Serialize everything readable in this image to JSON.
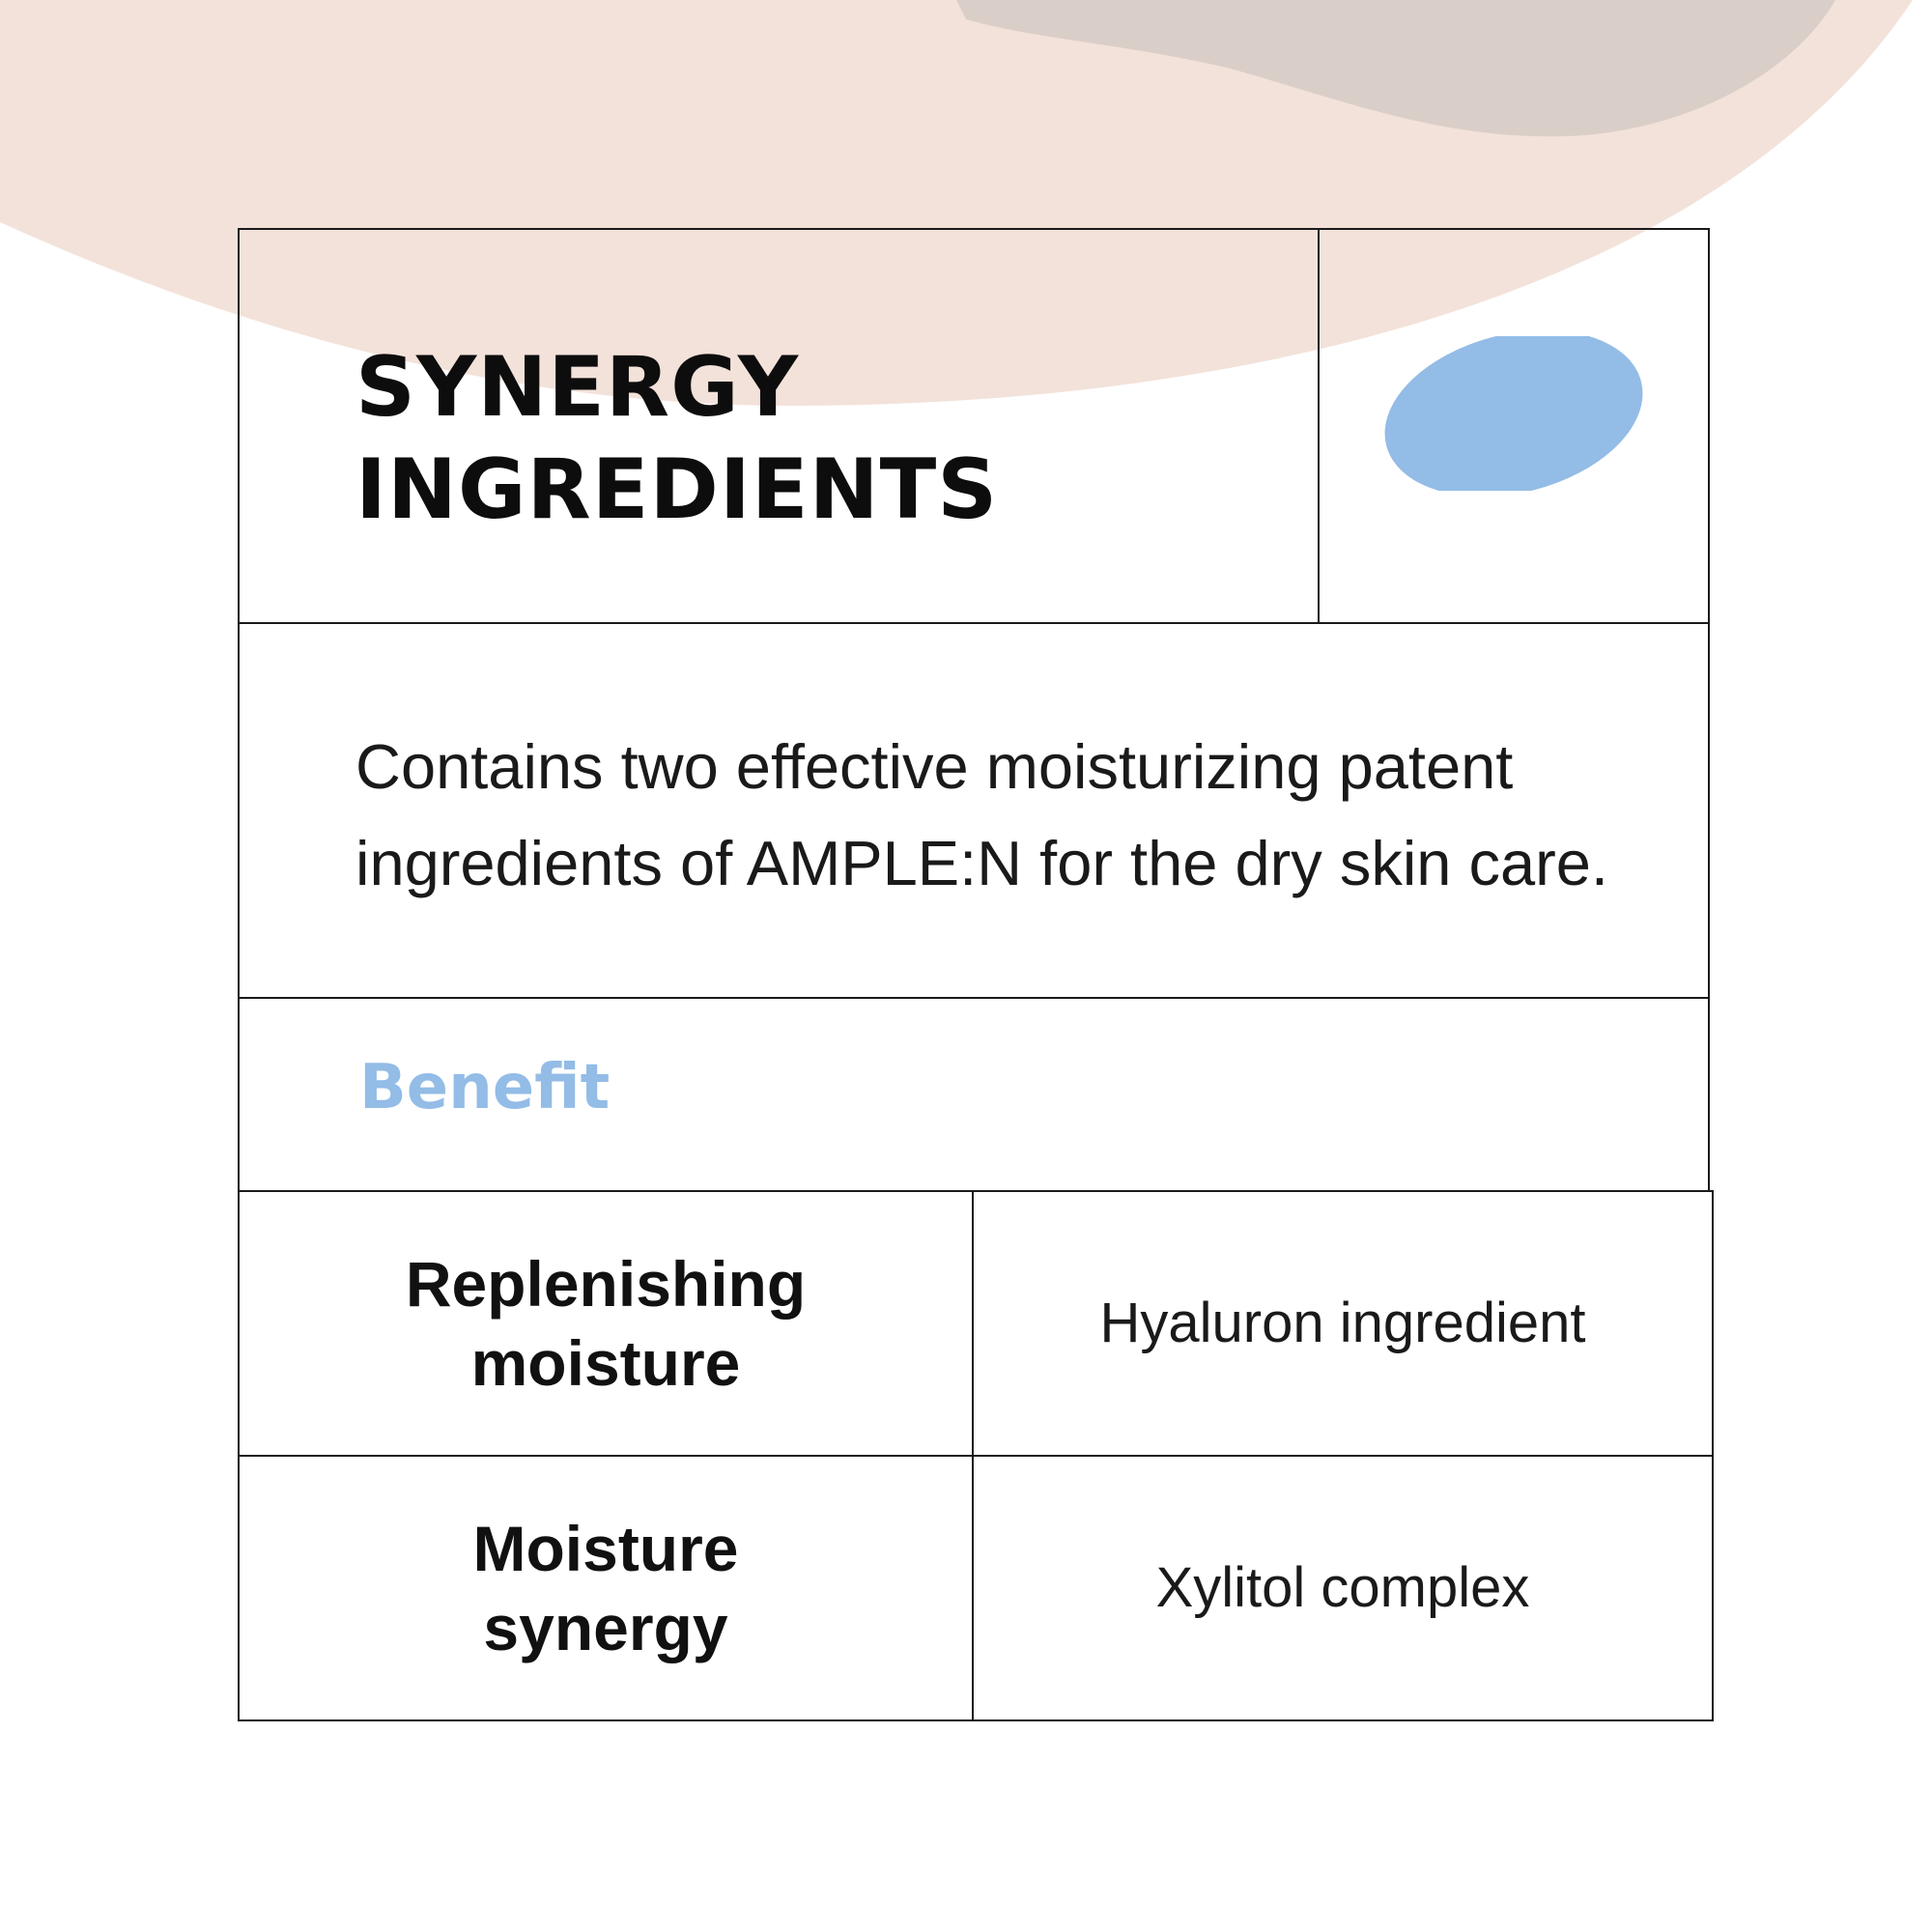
{
  "title": "SYNERGY\nINGREDIENTS",
  "description": "Contains two effective moisturizing patent ingredients of AMPLE:N for the dry skin care.",
  "benefit_heading": "Benefit",
  "rows": [
    {
      "benefit": "Replenishing moisture",
      "ingredient": "Hyaluron ingredient"
    },
    {
      "benefit": "Moisture synergy",
      "ingredient": "Xylitol complex"
    }
  ],
  "colors": {
    "accent_blue": "#93bce6",
    "background_arc": "#f3e2da",
    "border": "#1a1a1a"
  }
}
